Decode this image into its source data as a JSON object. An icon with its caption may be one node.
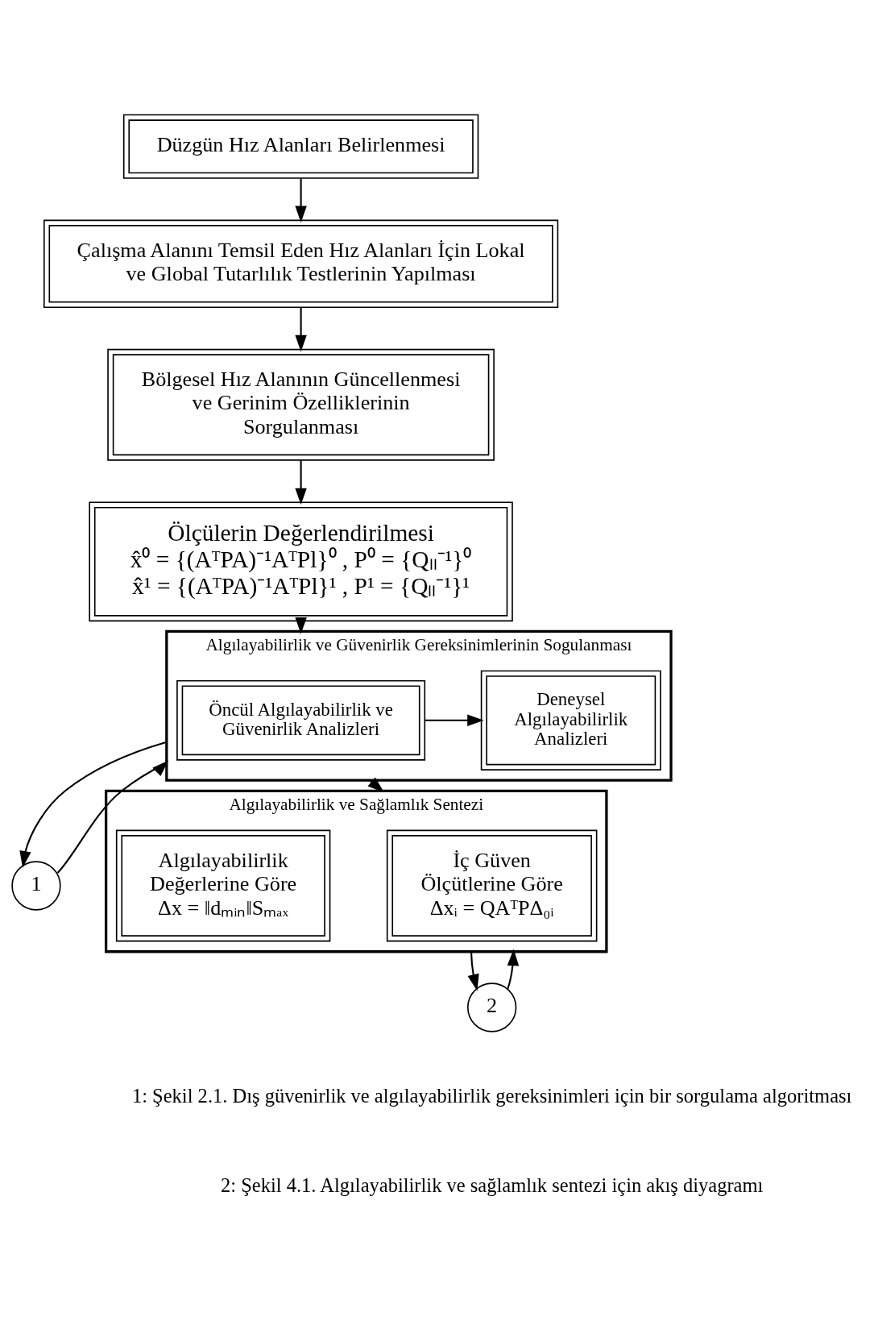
{
  "diagram": {
    "nodes": [
      {
        "text": [
          "Düzgün Hız Alanları Belirlenmesi"
        ]
      },
      {
        "text": [
          "Çalışma Alanını Temsil Eden Hız Alanları İçin Lokal ve Global Tutarlılık Testlerinin Yapılması"
        ]
      },
      {
        "text": [
          "Bölgesel Hız Alanının Güncellenmesi ve Gerinim Özelliklerinin Sorgulanması"
        ]
      },
      {
        "text": [
          "Ölçülerin Değerlendirilmesi",
          "x̂⁰ = {(AᵀPA)⁻¹AᵀPl}⁰ , P⁰ = {Qₗₗ⁻¹}⁰",
          "x̂¹ = {(AᵀPA)⁻¹AᵀPl}¹ , P¹ = {Qₗₗ⁻¹}¹"
        ]
      },
      {
        "text": [
          "Algılayabilirlik ve Güvenirlik Gereksinimlerinin Sogulanması"
        ]
      },
      {
        "text": [
          "Öncül Algılayabilirlik ve Güvenirlik Analizleri"
        ],
        "in": 4
      },
      {
        "text": [
          "Deneysel Algılayabilirlik Analizleri"
        ],
        "in": 4
      },
      {
        "text": [
          "1"
        ]
      },
      {
        "text": [
          "Algılayabilirlik ve Sağlamlık Sentezi"
        ]
      },
      {
        "text": [
          "İç Güven Ölçütlerine Göre",
          "Δxᵢ = QAᵀPΔ₀ᵢ"
        ],
        "in": 8
      },
      {
        "text": [
          "Algılayabilirlik Değerlerine Göre",
          "Δx = ‖dₘᵢₙ‖Sₘₐₓ"
        ],
        "in": 8
      },
      {
        "text": [
          "2"
        ]
      }
    ],
    "edges": [
      {
        "from": 0,
        "to": 1,
        "arrow": "to"
      },
      {
        "from": 1,
        "to": 2,
        "arrow": "to"
      },
      {
        "from": 2,
        "to": 3,
        "arrow": "to"
      },
      {
        "from": 3,
        "to": 4,
        "arrow": "to"
      },
      {
        "from": 5,
        "to": 6,
        "arrow": "to"
      },
      {
        "from": 4,
        "to": 7,
        "arrow": "to"
      },
      {
        "from": 7,
        "to": 4,
        "arrow": "to"
      },
      {
        "from": 4,
        "to": 8,
        "arrow": "to"
      },
      {
        "from": 8,
        "to": 11,
        "arrow": "to"
      },
      {
        "from": 11,
        "to": 8,
        "arrow": "to"
      }
    ],
    "labels": [
      "1: Şekil 2.1. Dış güvenirlik ve algılayabilirlik gereksinimleri için bir sorgulama algoritması",
      "2: Şekil 4.1. Algılayabilirlik ve sağlamlık sentezi için akış diyagramı"
    ]
  }
}
